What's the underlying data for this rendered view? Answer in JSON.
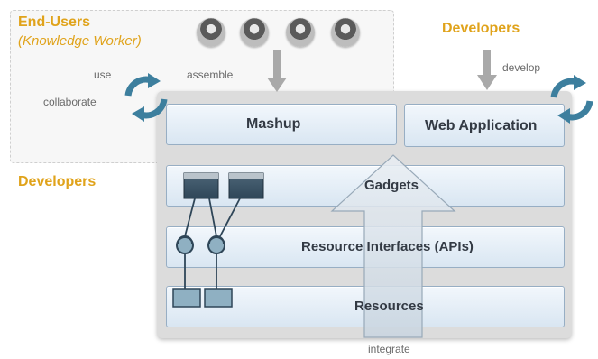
{
  "labels": {
    "end_users": "End-Users",
    "knowledge_worker": "(Knowledge Worker)",
    "developers_top": "Developers",
    "developers_left": "Developers",
    "use": "use",
    "assemble": "assemble",
    "collaborate": "collaborate",
    "develop": "develop",
    "integrate": "integrate"
  },
  "layers": {
    "mashup": "Mashup",
    "web_application": "Web Application",
    "gadgets": "Gadgets",
    "resource_interfaces": "Resource Interfaces (APIs)",
    "resources": "Resources"
  },
  "colors": {
    "accent_orange": "#e0a31b",
    "cycle_blue": "#3d7f9e",
    "layer_border": "#97aec4",
    "arrow_grey": "#a9a9a9"
  },
  "icons": [
    "person-avatar-icon",
    "cycle-arrows-icon",
    "gadget-window-icon",
    "api-connector-icon",
    "resource-block-icon"
  ]
}
